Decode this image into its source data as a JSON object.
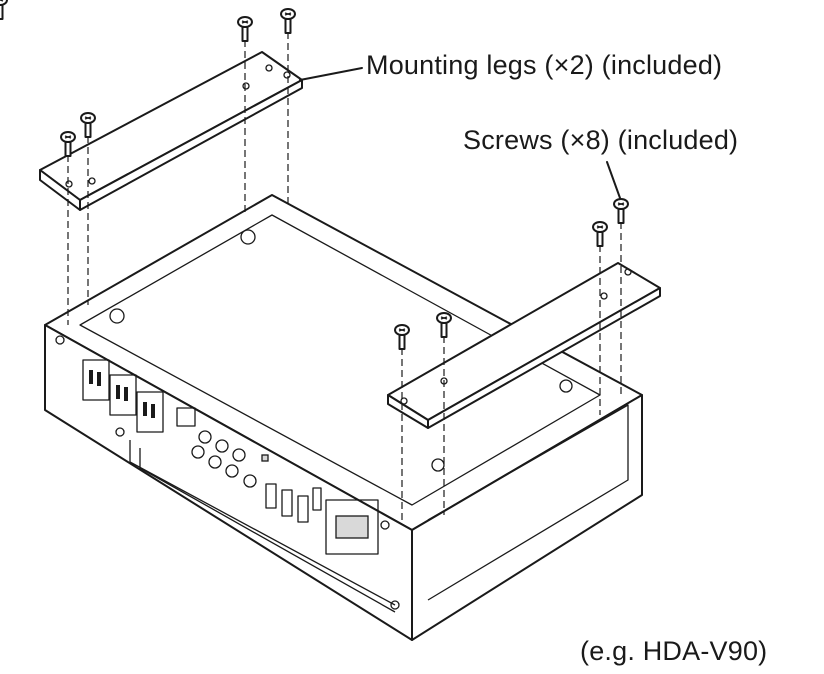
{
  "callouts": {
    "mounting_legs": "Mounting legs (×2) (included)",
    "screws": "Screws (×8) (included)",
    "example_model": "(e.g. HDA-V90)"
  },
  "icons": {
    "amplifier": "amplifier-unit-icon",
    "leg": "mounting-leg-icon",
    "screw": "screw-icon"
  }
}
